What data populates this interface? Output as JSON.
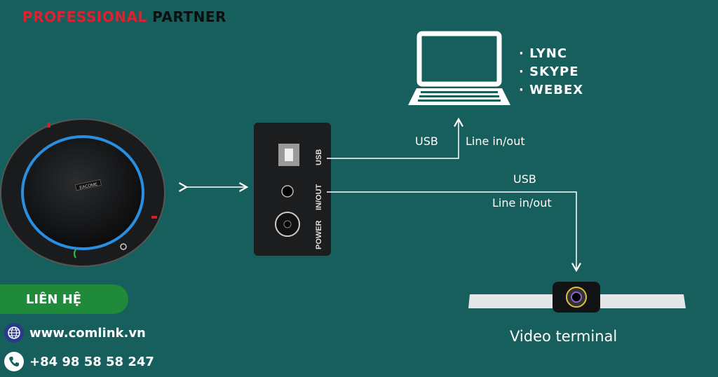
{
  "header": {
    "brand_red": "PROFESSIONAL",
    "brand_dark": "PARTNER"
  },
  "speaker": {
    "logo_text": "EACOME"
  },
  "adapter": {
    "usb_port": "USB",
    "inout_port": "IN/OUT",
    "power_port": "POWER"
  },
  "laptop": {
    "software": [
      "· LYNC",
      "· SKYPE",
      "· WEBEX"
    ]
  },
  "connections": {
    "laptop_usb": "USB",
    "laptop_line": "Line in/out",
    "terminal_usb": "USB",
    "terminal_line": "Line in/out"
  },
  "video_terminal": {
    "label": "Video terminal"
  },
  "contact": {
    "button_label": "LIÊN HỆ",
    "website": "www.comlink.vn",
    "phone": "+84 98 58 58 247"
  },
  "colors": {
    "background": "#165f5c",
    "brand_red": "#e02030",
    "contact_green": "#1f8a3a",
    "ring_blue": "#2a8fe0"
  }
}
